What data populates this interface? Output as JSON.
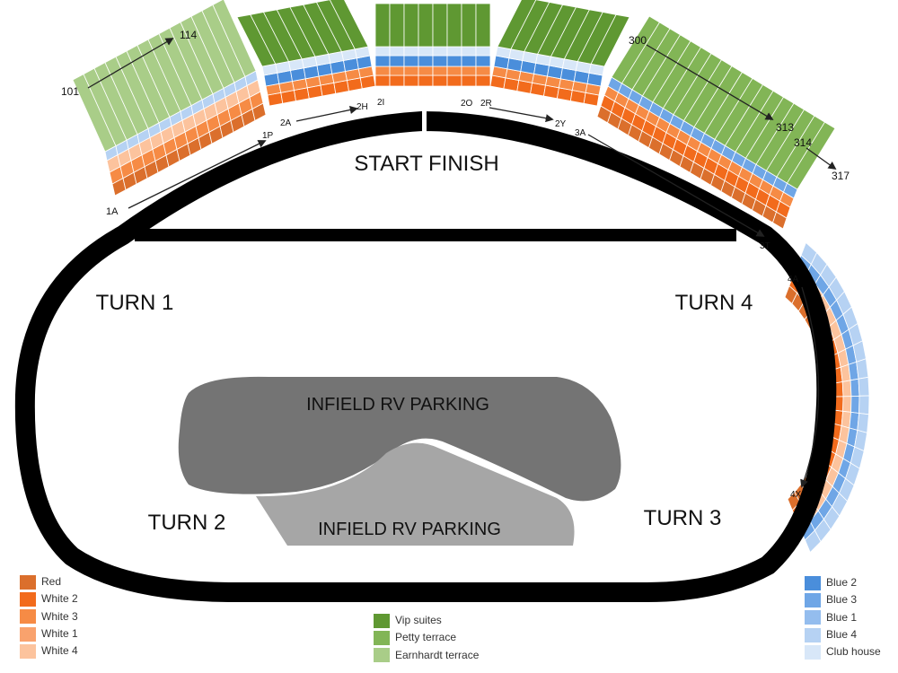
{
  "map": {
    "areas": {
      "start_finish": "START FINISH",
      "turn1": "TURN 1",
      "turn2": "TURN 2",
      "turn3": "TURN 3",
      "turn4": "TURN 4",
      "infield_upper": "INFIELD RV PARKING",
      "infield_lower": "INFIELD RV PARKING"
    },
    "section_labels": {
      "s101": "101",
      "s114": "114",
      "s300": "300",
      "s313": "313",
      "s314": "314",
      "s317": "317",
      "s1A": "1A",
      "s1P": "1P",
      "s2A": "2A",
      "s2H": "2H",
      "s2I": "2I",
      "s2O": "2O",
      "s2R": "2R",
      "s2Y": "2Y",
      "s3A": "3A",
      "s3T": "3T",
      "s4A": "4A",
      "s4X": "4X"
    },
    "colors": {
      "track": "#000000",
      "infield_upper": "#747474",
      "infield_lower": "#a6a6a6",
      "red": "#db6f2c",
      "white2": "#f26b1c",
      "white3": "#f68b45",
      "white1": "#f9a26d",
      "white4": "#fcc39d",
      "blue2": "#4a8edb",
      "blue3": "#6fa6e6",
      "blue1": "#94bdee",
      "blue4": "#b6d2f3",
      "club_house": "#d8e7f8",
      "vip_suites": "#5f9832",
      "petty_terrace": "#82b556",
      "earnhardt_terrace": "#a9cd88"
    }
  },
  "legend": {
    "left": [
      {
        "label": "Red",
        "color": "#db6f2c"
      },
      {
        "label": "White 2",
        "color": "#f26b1c"
      },
      {
        "label": "White 3",
        "color": "#f68b45"
      },
      {
        "label": "White 1",
        "color": "#f9a26d"
      },
      {
        "label": "White 4",
        "color": "#fcc39d"
      }
    ],
    "middle": [
      {
        "label": "Vip suites",
        "color": "#5f9832"
      },
      {
        "label": "Petty terrace",
        "color": "#82b556"
      },
      {
        "label": "Earnhardt terrace",
        "color": "#a9cd88"
      }
    ],
    "right": [
      {
        "label": "Blue 2",
        "color": "#4a8edb"
      },
      {
        "label": "Blue 3",
        "color": "#6fa6e6"
      },
      {
        "label": "Blue 1",
        "color": "#94bdee"
      },
      {
        "label": "Blue 4",
        "color": "#b6d2f3"
      },
      {
        "label": "Club house",
        "color": "#d8e7f8"
      }
    ]
  }
}
